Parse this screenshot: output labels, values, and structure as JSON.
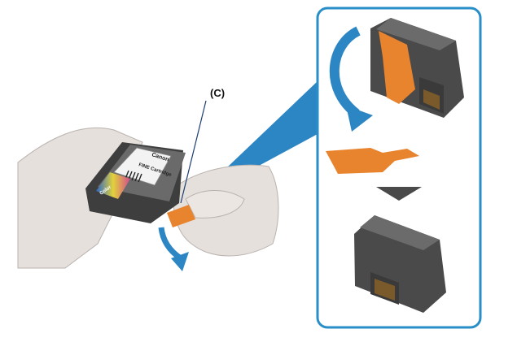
{
  "illustration": {
    "callout_label": "(C)",
    "cartridge_brand": "Canon",
    "cartridge_label": "FINE Cartridge",
    "cartridge_color_text": "Color"
  },
  "colors": {
    "frame": "#2a8fc8",
    "accent_blue": "#2d86c4",
    "tape_orange": "#e8832e",
    "cartridge_body": "#4a4a4a",
    "skin": "#e6e0dc"
  },
  "icons": [
    "curved-arrow-icon",
    "down-triangle-icon"
  ]
}
